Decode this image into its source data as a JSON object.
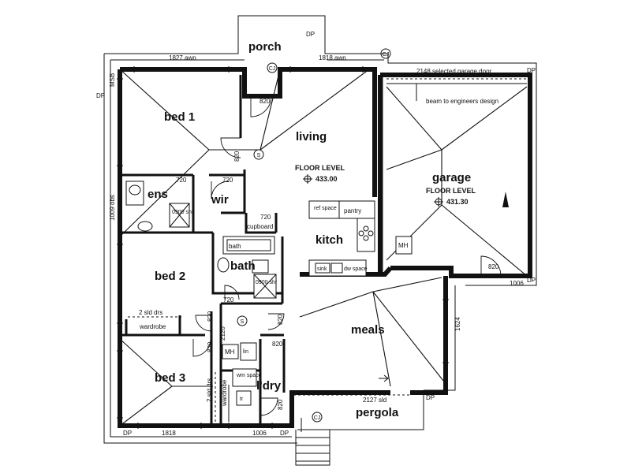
{
  "rooms": {
    "porch": "porch",
    "bed1": "bed 1",
    "living": "living",
    "ens": "ens",
    "wir": "wir",
    "garage": "garage",
    "kitch": "kitch",
    "bed2": "bed 2",
    "bath": "bath",
    "meals": "meals",
    "bed3": "bed 3",
    "ldry": "l'dry",
    "pergola": "pergola"
  },
  "floor_levels": {
    "main_label": "FLOOR LEVEL",
    "main_value": "433.00",
    "garage_label": "FLOOR LEVEL",
    "garage_value": "431.30"
  },
  "dimensions": {
    "awn_left": "1827 awn",
    "awn_right": "1818 awn",
    "garage_door": "2148 selected garage door",
    "beam": "beam to engineers design",
    "d820_porch": "820",
    "d720_ens": "720",
    "d720_wir": "720",
    "d820_living": "820",
    "d720_cupboard": "720",
    "cupboard": "cupboard",
    "d820_garage": "820",
    "d1006_garage": "1006",
    "d1624": "1624",
    "d720_bath": "720",
    "two_sld_drs_bed2": "2 sld drs",
    "wardrobe_bed2": "wardrobe",
    "d820_hall": "820",
    "d820_bed3": "820",
    "d2120": "2120",
    "d820_ldry_top": "820",
    "d820_meals": "820",
    "d820_ldry": "820",
    "two_sld_drs_bed3": "2 sld drs",
    "wardrobe_bed3": "wardrobe",
    "sld_2127": "2127 sld",
    "d1818_bottom": "1818",
    "d1006_bottom": "1006",
    "d1009_left": "1009 obs",
    "msb": "MSB"
  },
  "fixtures": {
    "shower_ens": "0900 shr",
    "shower_bath": "0900 shr",
    "ref_space": "ref space",
    "pantry": "pantry",
    "sink": "sink",
    "dw_space": "dw space",
    "bath_tub": "bath",
    "mh_garage": "MH",
    "mh_hall": "MH",
    "wm_space": "wm space",
    "tr": "tr",
    "linen": "lin"
  },
  "markers": {
    "dp": "DP",
    "cj": "CJ",
    "s": "S"
  }
}
